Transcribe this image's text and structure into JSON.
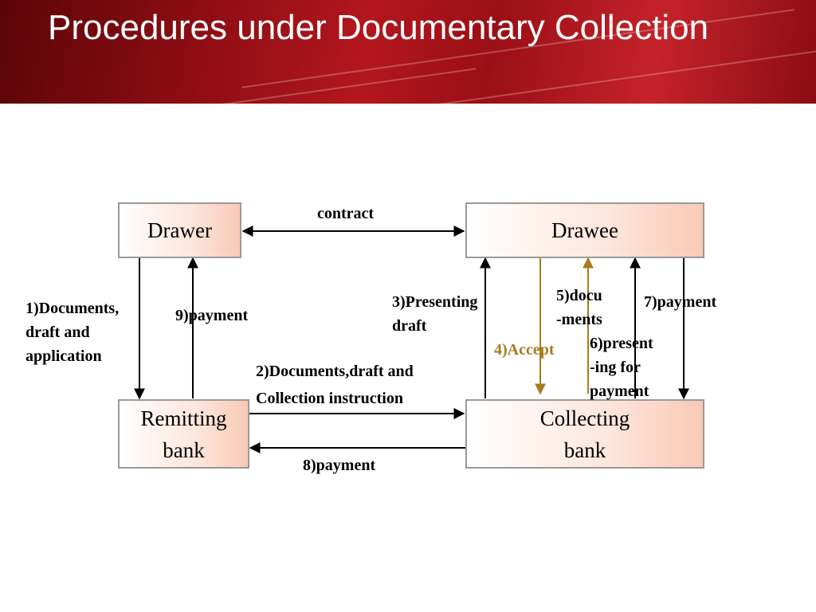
{
  "slide": {
    "title": "Procedures under Documentary Collection"
  },
  "diagram": {
    "boxes": {
      "drawer": "Drawer",
      "drawee": "Drawee",
      "remitting_bank": "Remitting\nbank",
      "collecting_bank": "Collecting\nbank"
    },
    "labels": {
      "contract": "contract",
      "step1": "1)Documents,\ndraft and\napplication",
      "step2": "2)Documents,draft and\nCollection instruction",
      "step3": "3)Presenting\ndraft",
      "step4": "4)Accept",
      "step5": "5)docu\n-ments",
      "step6": "6)present\n-ing for\npayment",
      "step7": "7)payment",
      "step8": "8)payment",
      "step9": "9)payment"
    },
    "colors": {
      "arrow": "#000000",
      "accept_arrow": "#a67c1e",
      "box_border": "#9a9a9a",
      "banner": "#b3161d"
    }
  }
}
